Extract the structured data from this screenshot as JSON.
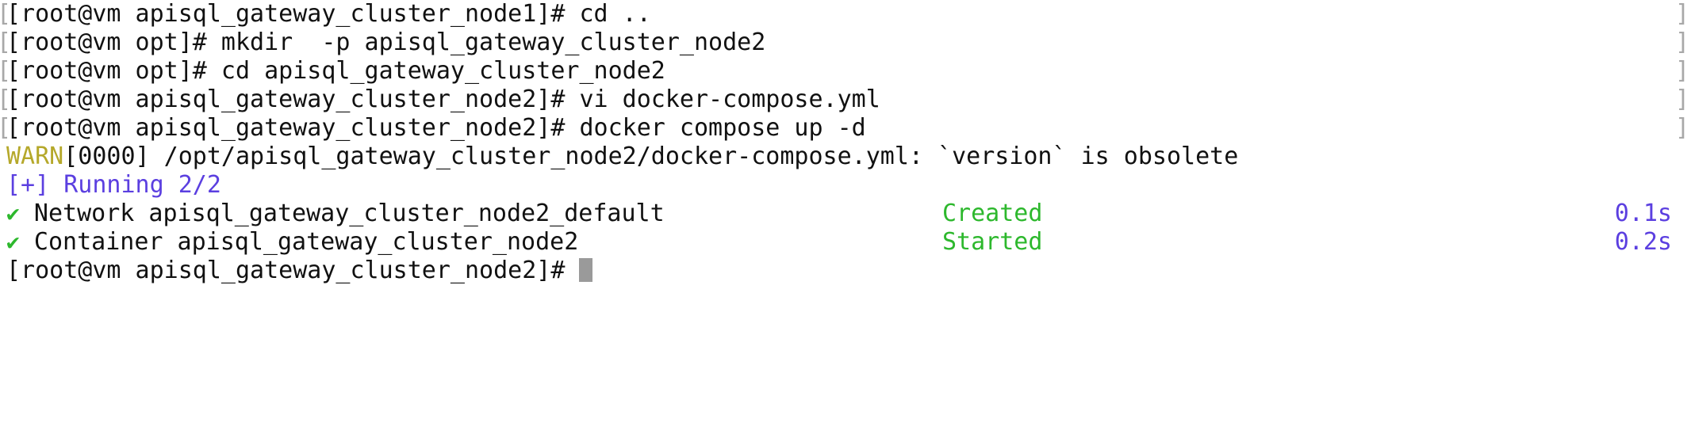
{
  "terminal": {
    "background_color": "#ffffff",
    "foreground_color": "#111111",
    "colors": {
      "warn": "#b5a82a",
      "violet": "#5b3fe0",
      "green": "#2db82d",
      "gray_marker": "#a8a8a8",
      "cursor": "#9a9a9a"
    },
    "wrap_marker_left": "[",
    "wrap_marker_right": "]",
    "lines": [
      {
        "id": "line-1",
        "type": "prompt",
        "text": "[root@vm apisql_gateway_cluster_node1]# cd ..",
        "has_wrap_markers": true
      },
      {
        "id": "line-2",
        "type": "prompt",
        "text": "[root@vm opt]# mkdir  -p apisql_gateway_cluster_node2",
        "has_wrap_markers": true
      },
      {
        "id": "line-3",
        "type": "prompt",
        "text": "[root@vm opt]# cd apisql_gateway_cluster_node2",
        "has_wrap_markers": true
      },
      {
        "id": "line-4",
        "type": "prompt",
        "text": "[root@vm apisql_gateway_cluster_node2]# vi docker-compose.yml",
        "has_wrap_markers": true
      },
      {
        "id": "line-5",
        "type": "prompt",
        "text": "[root@vm apisql_gateway_cluster_node2]# docker compose up -d",
        "has_wrap_markers": true
      },
      {
        "id": "line-6",
        "type": "warn",
        "label": "WARN",
        "text": "[0000] /opt/apisql_gateway_cluster_node2/docker-compose.yml: `version` is obsolete"
      },
      {
        "id": "line-7",
        "type": "running",
        "text": "[+] Running 2/2"
      },
      {
        "id": "line-8",
        "type": "task",
        "check": "✔",
        "text": " Network apisql_gateway_cluster_node2_default",
        "status": "Created",
        "time": "0.1s"
      },
      {
        "id": "line-9",
        "type": "task",
        "check": "✔",
        "text": " Container apisql_gateway_cluster_node2",
        "status": "Started",
        "time": "0.2s"
      },
      {
        "id": "line-10",
        "type": "prompt-active",
        "text": "[root@vm apisql_gateway_cluster_node2]# ",
        "cursor": true
      }
    ]
  }
}
